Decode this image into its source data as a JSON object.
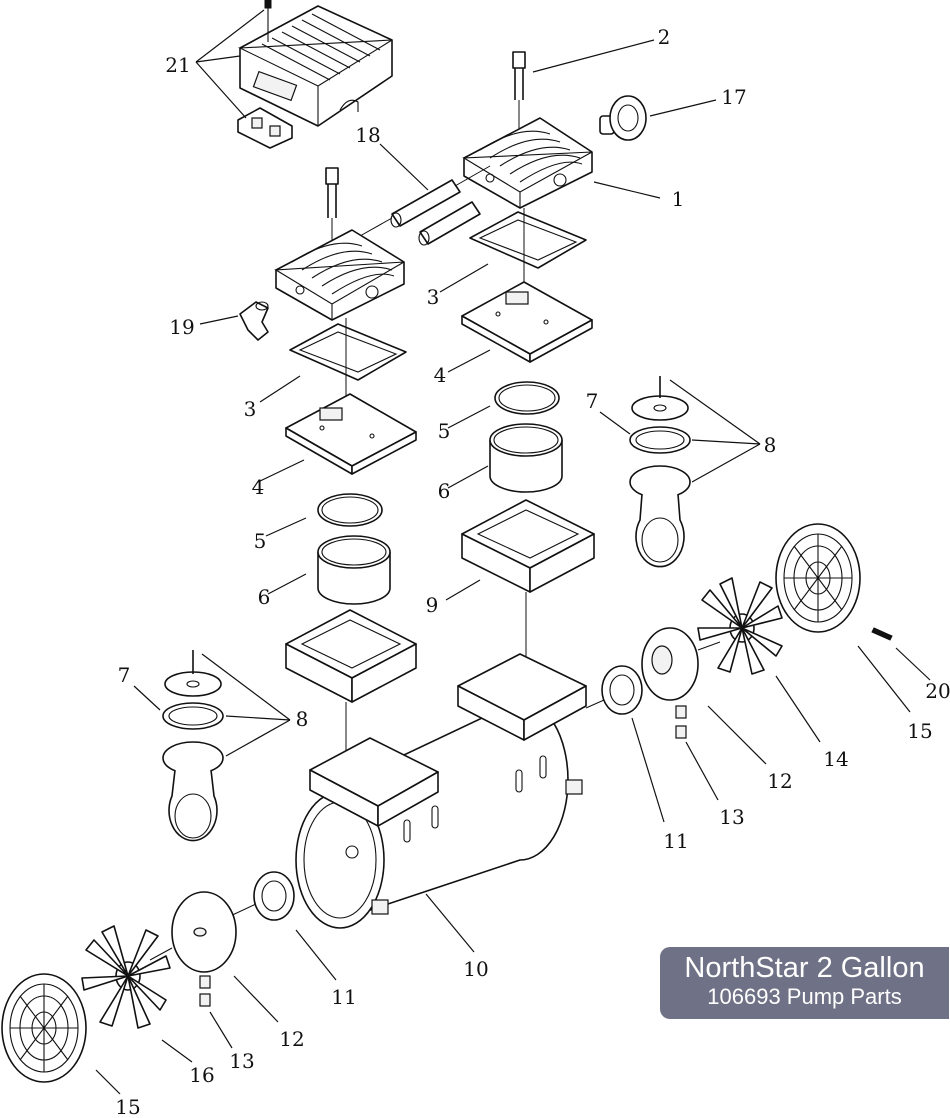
{
  "title_badge": {
    "line1": "NorthStar 2 Gallon",
    "line2": "106693 Pump Parts",
    "background_color": "#6f7286",
    "text_color": "#ffffff"
  },
  "callouts": {
    "c1": "1",
    "c2": "2",
    "c3a": "3",
    "c3b": "3",
    "c4a": "4",
    "c4b": "4",
    "c5a": "5",
    "c5b": "5",
    "c6a": "6",
    "c6b": "6",
    "c7a": "7",
    "c7b": "7",
    "c8a": "8",
    "c8b": "8",
    "c9": "9",
    "c10": "10",
    "c11a": "11",
    "c11b": "11",
    "c12a": "12",
    "c12b": "12",
    "c13a": "13",
    "c13b": "13",
    "c14": "14",
    "c15a": "15",
    "c15b": "15",
    "c16": "16",
    "c17": "17",
    "c18": "18",
    "c19": "19",
    "c20": "20",
    "c21": "21"
  }
}
